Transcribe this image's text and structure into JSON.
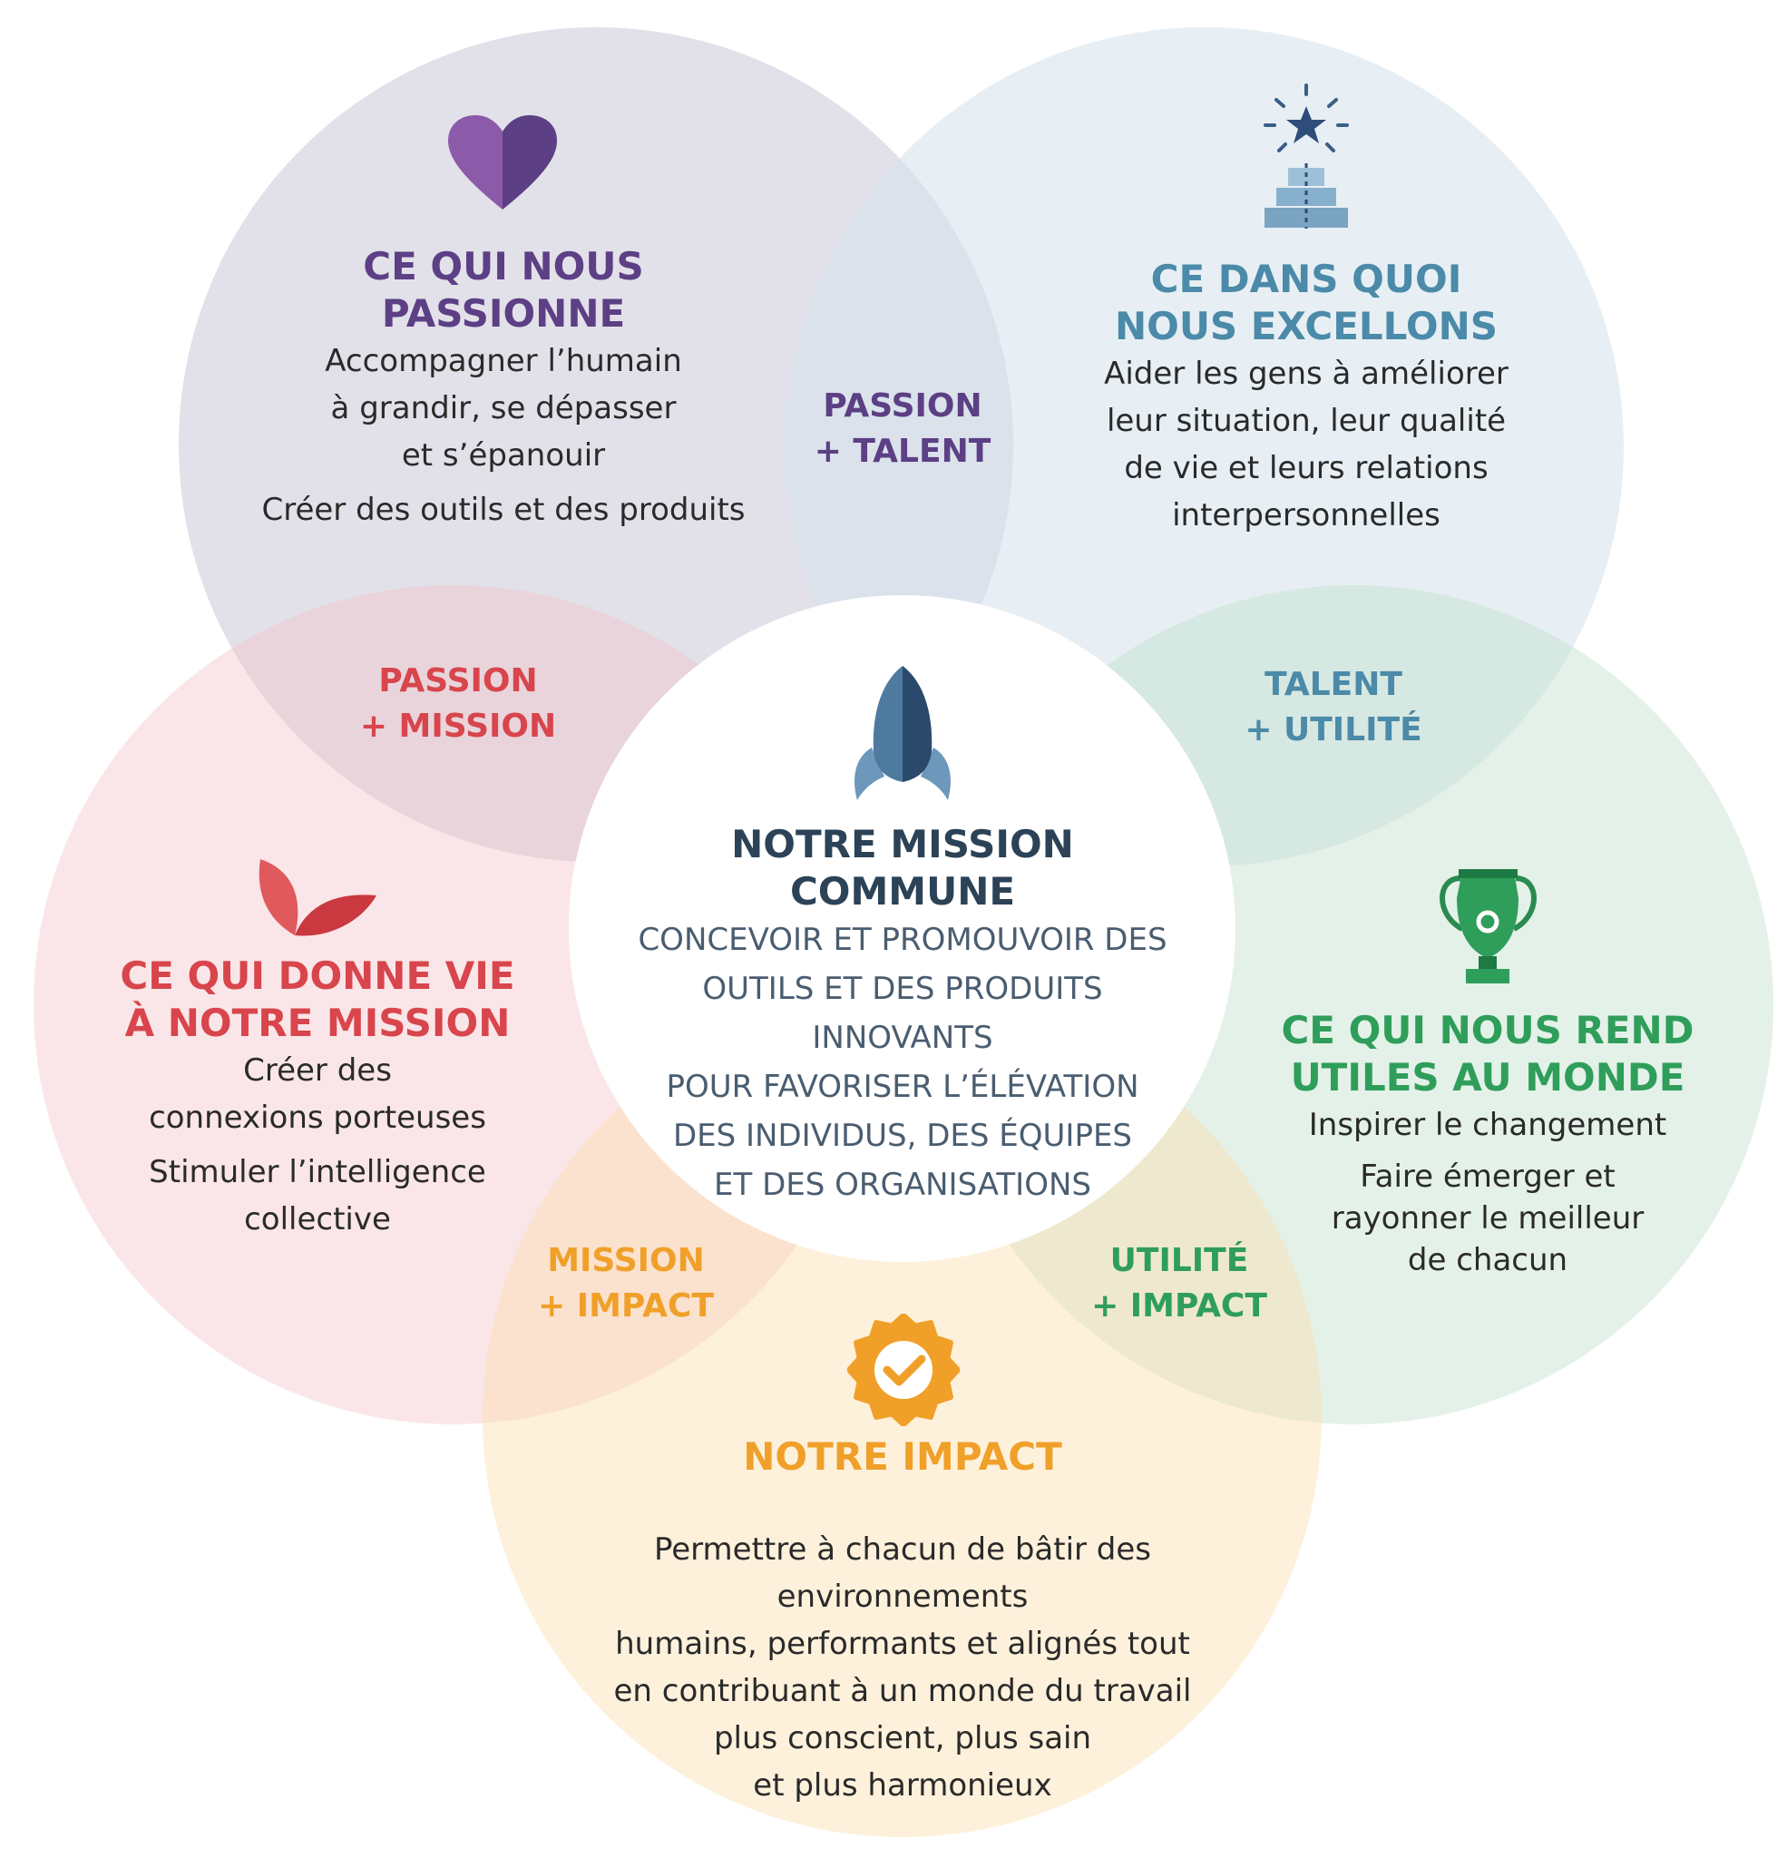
{
  "colors": {
    "passion": "#5c3f85",
    "talent": "#4b8aa8",
    "mission": "#d8454c",
    "utility": "#2f9e5a",
    "impact": "#f0a029",
    "center": "#2b4257"
  },
  "passion": {
    "icon": "heart-icon",
    "title_lines": [
      "CE QUI NOUS",
      "PASSIONNE"
    ],
    "body_lines": [
      "Accompagner l’humain",
      "à grandir, se dépasser",
      "et s’épanouir",
      "Créer des outils et des produits"
    ]
  },
  "talent": {
    "icon": "podium-star-icon",
    "title_lines": [
      "CE DANS QUOI",
      "NOUS EXCELLONS"
    ],
    "body_lines": [
      "Aider les gens à améliorer",
      "leur situation, leur qualité",
      "de vie et leurs relations",
      "interpersonnelles"
    ]
  },
  "mission": {
    "icon": "leaf-icon",
    "title_lines": [
      "CE QUI DONNE VIE",
      "À NOTRE MISSION"
    ],
    "body_lines": [
      "Créer des",
      "connexions porteuses",
      "Stimuler l’intelligence",
      "collective"
    ]
  },
  "utility": {
    "icon": "trophy-icon",
    "title_lines": [
      "CE QUI NOUS REND",
      "UTILES AU MONDE"
    ],
    "body_lines": [
      "Inspirer le changement",
      "Faire émerger et",
      "rayonner le meilleur",
      "de chacun"
    ]
  },
  "impact": {
    "icon": "check-badge-icon",
    "title": "NOTRE IMPACT",
    "body_lines": [
      "Permettre à chacun de bâtir des environnements",
      "humains, performants et alignés tout",
      "en contribuant à un monde du travail",
      "plus conscient, plus sain",
      "et plus harmonieux"
    ]
  },
  "center": {
    "icon": "rocket-icon",
    "title_lines": [
      "NOTRE MISSION",
      "COMMUNE"
    ],
    "body_lines": [
      "CONCEVOIR ET PROMOUVOIR DES",
      "OUTILS ET DES PRODUITS INNOVANTS",
      "POUR FAVORISER L’ÉLÉVATION",
      "DES INDIVIDUS, DES ÉQUIPES",
      "ET DES ORGANISATIONS"
    ]
  },
  "overlaps": {
    "passion_talent": [
      "PASSION",
      "+ TALENT"
    ],
    "passion_mission": [
      "PASSION",
      "+ MISSION"
    ],
    "talent_utility": [
      "TALENT",
      "+ UTILITÉ"
    ],
    "mission_impact": [
      "MISSION",
      "+ IMPACT"
    ],
    "utility_impact": [
      "UTILITÉ",
      "+ IMPACT"
    ]
  }
}
